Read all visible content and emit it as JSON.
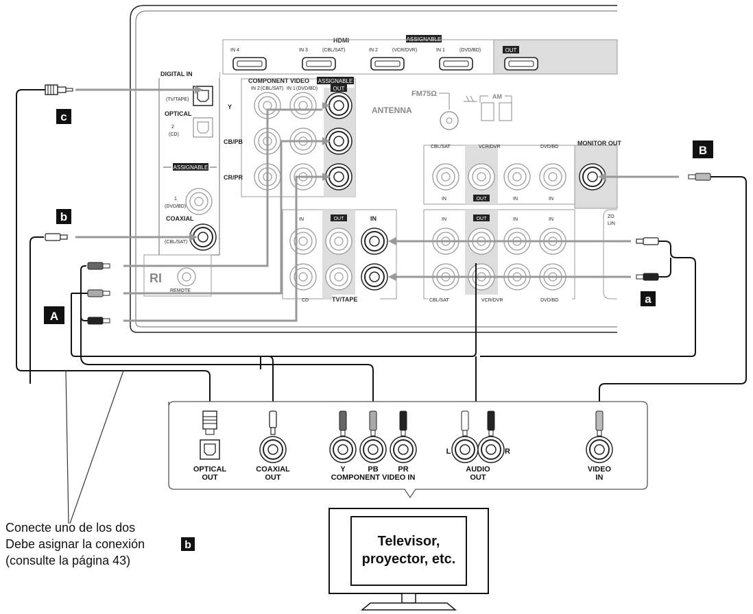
{
  "receiver": {
    "hdmi": {
      "title": "HDMI",
      "assignable": "ASSIGNABLE",
      "ports": [
        {
          "label": "IN 4",
          "sub": ""
        },
        {
          "label": "IN 3",
          "sub": "(CBL/SAT)"
        },
        {
          "label": "IN 2",
          "sub": "(VCR/DVR)"
        },
        {
          "label": "IN 1",
          "sub": "(DVD/BD)"
        }
      ],
      "out": "OUT"
    },
    "digital_in": {
      "title": "DIGITAL IN",
      "optical_1_sub": "(TV/TAPE)",
      "optical": "OPTICAL",
      "optical_2_num": "2",
      "optical_2_sub": "(CD)",
      "assignable": "ASSIGNABLE",
      "coax_1_num": "1",
      "coax_1_sub": "(DVD/BD)",
      "coaxial": "COAXIAL",
      "coax_2_sub": "(CBL/SAT)"
    },
    "component": {
      "title": "COMPONENT VIDEO",
      "assignable": "ASSIGNABLE",
      "in2": "IN 2",
      "in2_sub": "(CBL/SAT)",
      "in1": "IN 1",
      "in1_sub": "(DVD/BD)",
      "out": "OUT",
      "rows": [
        "Y",
        "CB/PB",
        "CR/PR"
      ]
    },
    "antenna": {
      "label": "ANTENNA",
      "fm": "FM75Ω",
      "am": "AM"
    },
    "video": {
      "cols": [
        "CBL/SAT",
        "VCR/DVR",
        "DVD/BD"
      ],
      "monitor_out": "MONITOR OUT",
      "in": "IN",
      "out": "OUT"
    },
    "audio": {
      "tvtape": "TV/TAPE",
      "cd": "CD",
      "in": "IN",
      "out": "OUT",
      "bottom_cols": [
        "CBL/SAT",
        "VCR/DVR",
        "DVD/BD"
      ],
      "zone_partial": "ZO",
      "line_partial": "LIN"
    },
    "remote": {
      "ri": "RI",
      "label": "REMOTE"
    }
  },
  "badges": {
    "a": "a",
    "b": "b",
    "c": "c",
    "A": "A",
    "B": "B"
  },
  "device": {
    "ports": [
      "OPTICAL OUT",
      "COAXIAL OUT"
    ],
    "optical_1": "OPTICAL",
    "optical_2": "OUT",
    "coaxial_1": "COAXIAL",
    "coaxial_2": "OUT",
    "y": "Y",
    "pb": "PB",
    "pr": "PR",
    "component_video_in": "COMPONENT VIDEO IN",
    "l": "L",
    "r": "R",
    "audio_1": "AUDIO",
    "audio_2": "OUT",
    "video_1": "VIDEO",
    "video_2": "IN"
  },
  "tv": {
    "line1": "Televisor,",
    "line2": "proyector, etc."
  },
  "notes": {
    "line1": "Conecte uno de los dos",
    "line2": "Debe asignar la conexión",
    "line2_badge": "b",
    "line3": "(consulte la página 43)"
  }
}
